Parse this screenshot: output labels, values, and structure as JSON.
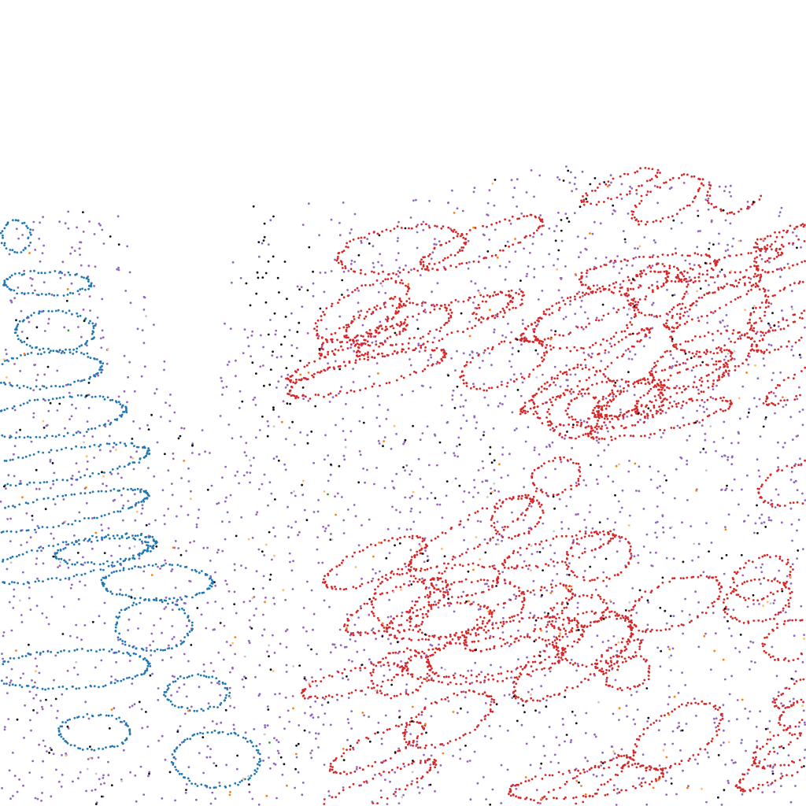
{
  "scene": {
    "background": "#ffffff",
    "palette": {
      "purple": "#9467bd",
      "red": "#d62728",
      "blue": "#1f77b4",
      "black": "#111111",
      "orange": "#ff7f0e",
      "peach": "#ffbb78",
      "gray": "#c7c7c7",
      "green": "#2ca02c"
    },
    "regions": [
      {
        "name": "left-tissue",
        "dominant": "blue",
        "secondary": "purple"
      },
      {
        "name": "right-tissue",
        "dominant": "red",
        "secondary": "purple"
      },
      {
        "name": "center-gap",
        "dominant": "purple"
      }
    ]
  }
}
